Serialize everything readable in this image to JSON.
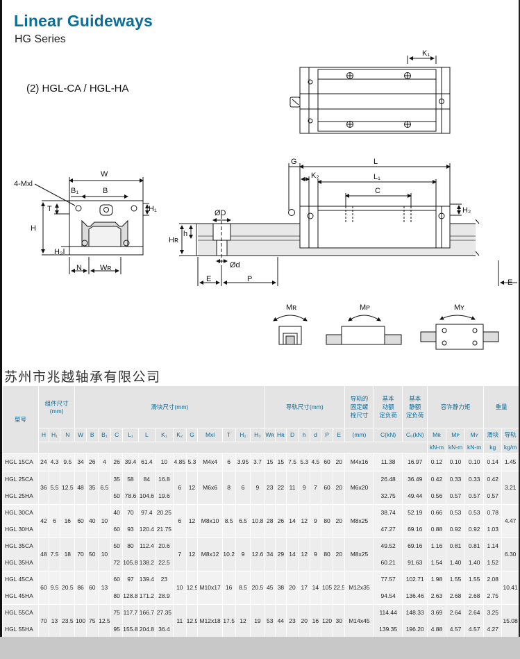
{
  "header": {
    "title": "Linear Guideways",
    "subtitle": "HG Series",
    "model": "(2) HGL-CA / HGL-HA"
  },
  "drawing_labels": {
    "k1": "K₁",
    "w": "W",
    "b1": "B₁",
    "b": "B",
    "mxl": "4-Mxl",
    "t": "T",
    "h1": "H₁",
    "h": "H",
    "h3": "H₃",
    "n": "N",
    "wr": "Wʀ",
    "od_top": "ØD",
    "od_bot": "Ød",
    "hr": "Hʀ",
    "h_small": "h",
    "e_left": "E",
    "p": "P",
    "g": "G",
    "k2": "K₂",
    "l": "L",
    "l1": "L₁",
    "c": "C",
    "h2": "H₂",
    "e_right": "E",
    "mr": "Mʀ",
    "mp": "Mᴘ",
    "my": "Mʏ"
  },
  "company": "苏州市兆越轴承有限公司",
  "table": {
    "group_headers": {
      "model": "型号",
      "assembly": "组件尺寸\n(mm)",
      "block": "滑块尺寸(mm)",
      "rail": "导轨尺寸(mm)",
      "bolt": "导轨的\n固定螺\n栓尺寸",
      "c_dyn": "基本\n动额\n定负荷",
      "c_stat": "基本\n静额\n定负荷",
      "moment": "容许静力矩",
      "weight": "重量"
    },
    "sub_headers": [
      "H",
      "H₁",
      "N",
      "W",
      "B",
      "B₁",
      "C",
      "L₁",
      "L",
      "K₁",
      "K₂",
      "G",
      "Mxl",
      "T",
      "H₂",
      "H₃",
      "Wʀ",
      "Hʀ",
      "D",
      "h",
      "d",
      "P",
      "E",
      "(mm)",
      "C(kN)",
      "C₀(kN)",
      "Mʀ",
      "Mᴘ",
      "Mʏ",
      "滑块",
      "导轨"
    ],
    "unit_headers": {
      "mr": "kN-m",
      "mp": "kN-m",
      "my": "kN-m",
      "block": "kg",
      "rail": "kg/m"
    },
    "rows": [
      {
        "model": "HGL 15CA",
        "H": "24",
        "H1": "4.3",
        "N": "9.5",
        "W": "34",
        "B": "26",
        "B1": "4",
        "C": "26",
        "L1": "39.4",
        "L": "61.4",
        "K1": "10",
        "K2": "4.85",
        "G": "5.3",
        "Mxl": "M4x4",
        "T": "6",
        "H2": "3.95",
        "H3": "3.7",
        "WR": "15",
        "HR": "15",
        "D": "7.5",
        "h": "5.3",
        "d": "4.5",
        "P": "60",
        "E": "20",
        "bolt": "M4x16",
        "Cd": "11.38",
        "C0": "16.97",
        "MR": "0.12",
        "MP": "0.10",
        "MY": "0.10",
        "wb": "0.14",
        "wr": "1.45"
      },
      {
        "model": "HGL 25CA",
        "C": "35",
        "L1": "58",
        "L": "84",
        "K1": "16.8",
        "Cd": "26.48",
        "C0": "36.49",
        "MR": "0.42",
        "MP": "0.33",
        "MY": "0.33",
        "wb": "0.42"
      },
      {
        "model": "HGL 25HA",
        "H": "36",
        "H1": "5.5",
        "N": "12.5",
        "W": "48",
        "B": "35",
        "B1": "6.5",
        "C": "50",
        "L1": "78.6",
        "L": "104.6",
        "K1": "19.6",
        "K2": "6",
        "G": "12",
        "Mxl": "M6x6",
        "T": "8",
        "H2": "6",
        "H3": "9",
        "WR": "23",
        "HR": "22",
        "D": "11",
        "h": "9",
        "d": "7",
        "P": "60",
        "E": "20",
        "bolt": "M6x20",
        "Cd": "32.75",
        "C0": "49.44",
        "MR": "0.56",
        "MP": "0.57",
        "MY": "0.57",
        "wb": "0.57",
        "wr": "3.21"
      },
      {
        "model": "HGL 30CA",
        "C": "40",
        "L1": "70",
        "L": "97.4",
        "K1": "20.25",
        "Cd": "38.74",
        "C0": "52.19",
        "MR": "0.66",
        "MP": "0.53",
        "MY": "0.53",
        "wb": "0.78"
      },
      {
        "model": "HGL 30HA",
        "H": "42",
        "H1": "6",
        "N": "16",
        "W": "60",
        "B": "40",
        "B1": "10",
        "C": "60",
        "L1": "93",
        "L": "120.4",
        "K1": "21.75",
        "K2": "6",
        "G": "12",
        "Mxl": "M8x10",
        "T": "8.5",
        "H2": "6.5",
        "H3": "10.8",
        "WR": "28",
        "HR": "26",
        "D": "14",
        "h": "12",
        "d": "9",
        "P": "80",
        "E": "20",
        "bolt": "M8x25",
        "Cd": "47.27",
        "C0": "69.16",
        "MR": "0.88",
        "MP": "0.92",
        "MY": "0.92",
        "wb": "1.03",
        "wr": "4.47"
      },
      {
        "model": "HGL 35CA",
        "C": "50",
        "L1": "80",
        "L": "112.4",
        "K1": "20.6",
        "Cd": "49.52",
        "C0": "69.16",
        "MR": "1.16",
        "MP": "0.81",
        "MY": "0.81",
        "wb": "1.14"
      },
      {
        "model": "HGL 35HA",
        "H": "48",
        "H1": "7.5",
        "N": "18",
        "W": "70",
        "B": "50",
        "B1": "10",
        "C": "72",
        "L1": "105.8",
        "L": "138.2",
        "K1": "22.5",
        "K2": "7",
        "G": "12",
        "Mxl": "M8x12",
        "T": "10.2",
        "H2": "9",
        "H3": "12.6",
        "WR": "34",
        "HR": "29",
        "D": "14",
        "h": "12",
        "d": "9",
        "P": "80",
        "E": "20",
        "bolt": "M8x25",
        "Cd": "60.21",
        "C0": "91.63",
        "MR": "1.54",
        "MP": "1.40",
        "MY": "1.40",
        "wb": "1.52",
        "wr": "6.30"
      },
      {
        "model": "HGL 45CA",
        "C": "60",
        "L1": "97",
        "L": "139.4",
        "K1": "23",
        "Cd": "77.57",
        "C0": "102.71",
        "MR": "1.98",
        "MP": "1.55",
        "MY": "1.55",
        "wb": "2.08"
      },
      {
        "model": "HGL 45HA",
        "H": "60",
        "H1": "9.5",
        "N": "20.5",
        "W": "86",
        "B": "60",
        "B1": "13",
        "C": "80",
        "L1": "128.8",
        "L": "171.2",
        "K1": "28.9",
        "K2": "10",
        "G": "12.9",
        "Mxl": "M10x17",
        "T": "16",
        "H2": "8.5",
        "H3": "20.5",
        "WR": "45",
        "HR": "38",
        "D": "20",
        "h": "17",
        "d": "14",
        "P": "105",
        "E": "22.5",
        "bolt": "M12x35",
        "Cd": "94.54",
        "C0": "136.46",
        "MR": "2.63",
        "MP": "2.68",
        "MY": "2.68",
        "wb": "2.75",
        "wr": "10.41"
      },
      {
        "model": "HGL 55CA",
        "C": "75",
        "L1": "117.7",
        "L": "166.7",
        "K1": "27.35",
        "Cd": "114.44",
        "C0": "148.33",
        "MR": "3.69",
        "MP": "2.64",
        "MY": "2.64",
        "wb": "3.25"
      },
      {
        "model": "HGL 55HA",
        "H": "70",
        "H1": "13",
        "N": "23.5",
        "W": "100",
        "B": "75",
        "B1": "12.5",
        "C": "95",
        "L1": "155.8",
        "L": "204.8",
        "K1": "36.4",
        "K2": "11",
        "G": "12.9",
        "Mxl": "M12x18",
        "T": "17.5",
        "H2": "12",
        "H3": "19",
        "WR": "53",
        "HR": "44",
        "D": "23",
        "h": "20",
        "d": "16",
        "P": "120",
        "E": "30",
        "bolt": "M14x45",
        "Cd": "139.35",
        "C0": "196.20",
        "MR": "4.88",
        "MP": "4.57",
        "MY": "4.57",
        "wb": "4.27",
        "wr": "15.08"
      }
    ]
  }
}
